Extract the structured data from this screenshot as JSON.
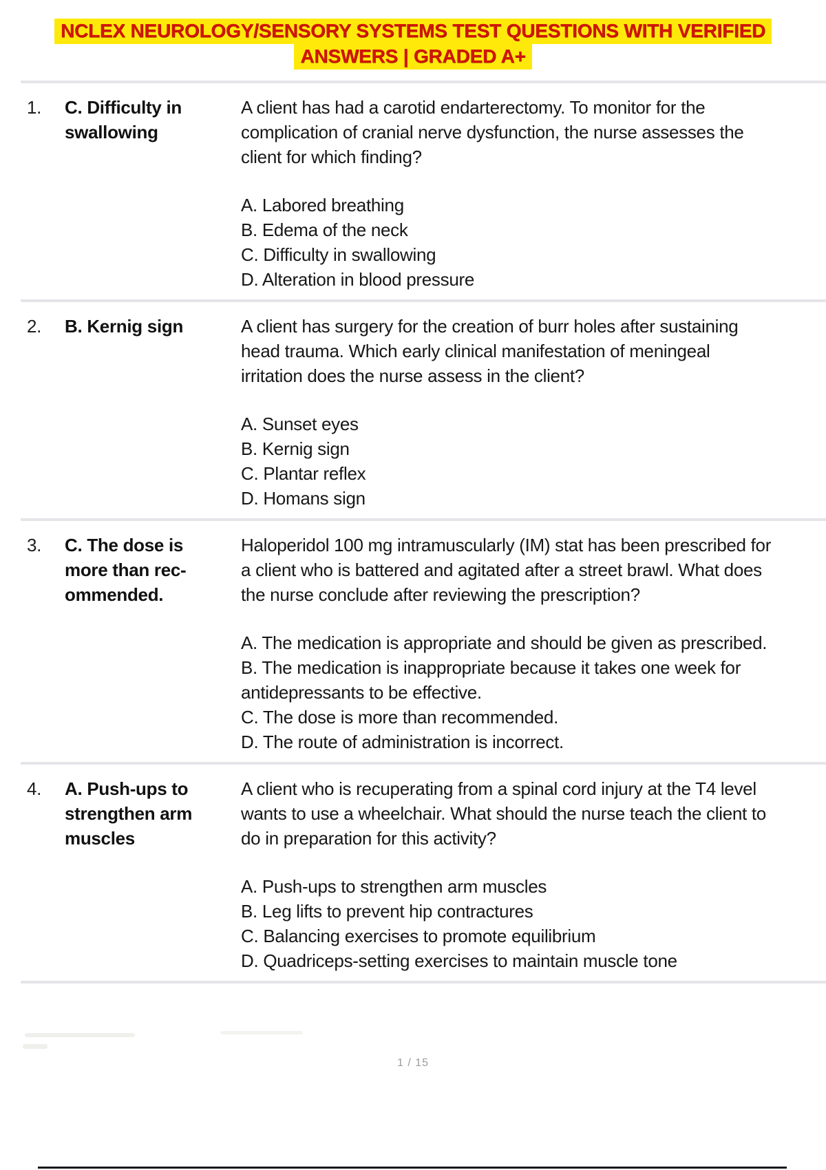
{
  "title": {
    "line1": "NCLEX NEUROLOGY/SENSORY SYSTEMS TEST QUESTIONS WITH VERIFIED",
    "line2": "ANSWERS | GRADED A+",
    "text_color": "#d11507",
    "highlight_color": "#ffe90a"
  },
  "questions": [
    {
      "number": "1.",
      "answer_lines": [
        "C. Difficulty in",
        "swallowing"
      ],
      "question": "A client has had a carotid endarterectomy. To monitor for the complication of cranial nerve dysfunction, the nurse assesses the client for which finding?",
      "options": [
        "A. Labored breathing",
        "B. Edema of the neck",
        "C. Difficulty in swallowing",
        "D. Alteration in blood pressure"
      ]
    },
    {
      "number": "2.",
      "answer_lines": [
        "B. Kernig sign"
      ],
      "question": "A client has surgery for the creation of burr holes after sustaining head trauma. Which early clinical manifestation of meningeal irritation does the nurse assess in the client?",
      "options": [
        "A. Sunset eyes",
        "B. Kernig sign",
        "C. Plantar reflex",
        "D. Homans sign"
      ]
    },
    {
      "number": "3.",
      "answer_lines": [
        "C. The dose is",
        "more than rec-",
        "ommended."
      ],
      "question": "Haloperidol 100 mg intramuscularly (IM) stat has been prescribed for a client who is battered and agitated after a street brawl. What does the nurse conclude after reviewing the prescription?",
      "options": [
        "A. The medication is appropriate and should be given as prescribed.",
        "B. The medication is inappropriate because it takes one week for antidepressants to be effective.",
        "C. The dose is more than recommended.",
        "D. The route of administration is incorrect."
      ]
    },
    {
      "number": "4.",
      "answer_lines": [
        "A. Push-ups to",
        "strengthen arm",
        "muscles"
      ],
      "question": "A client who is recuperating from a spinal cord injury at the T4 level wants to use a wheelchair. What should the nurse teach the client to do in preparation for this activity?",
      "options": [
        "A. Push-ups to strengthen arm muscles",
        "B. Leg lifts to prevent hip contractures",
        "C. Balancing exercises to promote equilibrium",
        "D. Quadriceps-setting exercises to maintain muscle tone"
      ]
    }
  ],
  "footer": {
    "page_indicator": "1 / 15"
  }
}
